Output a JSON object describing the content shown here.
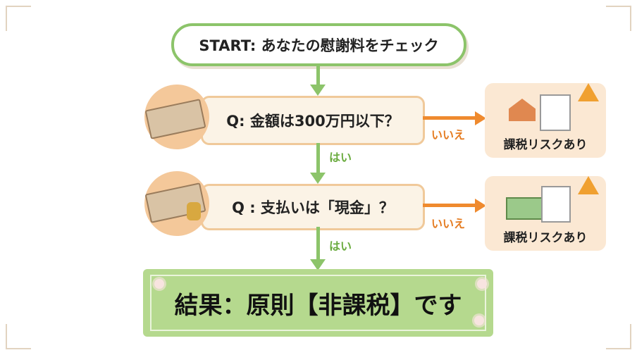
{
  "start": {
    "label": "START: あなたの慰謝料をチェック"
  },
  "questions": [
    {
      "label": "Q: 金額は300万円以下？",
      "icon": "banknote-stack-icon",
      "no_label": "いいえ",
      "yes_label": "はい"
    },
    {
      "label": "Q : 支払いは「現金」？",
      "icon": "cash-and-coins-icon",
      "no_label": "いいえ",
      "yes_label": "はい"
    }
  ],
  "risks": [
    {
      "label": "課税リスクあり",
      "icon": "house-document-icon"
    },
    {
      "label": "課税リスクあり",
      "icon": "money-document-icon"
    }
  ],
  "result": {
    "label": "結果：原則【非課税】です"
  },
  "colors": {
    "yes": "#8cc46a",
    "no": "#ef8a2e",
    "question_bg": "#fbf3e6",
    "risk_bg": "#fbe8d3",
    "result_bg": "#b5d98e"
  }
}
